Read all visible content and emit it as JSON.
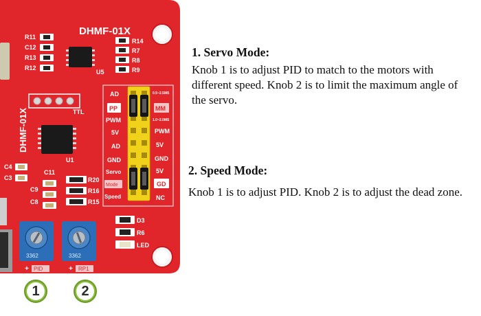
{
  "board": {
    "model": "DHMF-01X",
    "model_vertical": "DHMF-01X",
    "resistor_labels_left": [
      "R11",
      "C12",
      "R13",
      "R12"
    ],
    "resistor_labels_right": [
      "R14",
      "R7",
      "R8",
      "R9"
    ],
    "u5": "U5",
    "u1": "U1",
    "ttl": "TTL",
    "cap_labels": [
      "C4",
      "C3",
      "C11",
      "C9",
      "C8"
    ],
    "r_labels_mid": [
      "R20",
      "R16",
      "R15"
    ],
    "jumper_left": [
      "AD",
      "PP",
      "PWM",
      "5V",
      "AD",
      "GND",
      "Servo",
      "Mode",
      "Speed"
    ],
    "jumper_right": [
      "MM",
      "PWM",
      "5V",
      "GND",
      "5V",
      "GD",
      "NC"
    ],
    "jumper_tiny": [
      "0.5~2.5MS",
      "1.0~2.0MS"
    ],
    "leds": [
      "D3",
      "R6",
      "LED"
    ],
    "pot_codes": [
      "3362",
      "3362"
    ],
    "pot_labels": [
      "PID",
      "RP1"
    ]
  },
  "badges": [
    "1",
    "2"
  ],
  "servo_mode": {
    "title": "1. Servo Mode:",
    "description": "Knob 1 is to adjust PID to match to the motors with different speed. Knob 2 is to limit the maximum angle of the servo."
  },
  "speed_mode": {
    "title": "2. Speed Mode:",
    "description": "Knob 1 is to adjust PID. Knob 2 is to adjust the dead zone."
  },
  "colors": {
    "pcb_red": "#e0262b",
    "pot_blue": "#2c6fb8",
    "jumper_yellow": "#f1d21b",
    "badge_green": "#8cbf3e"
  }
}
